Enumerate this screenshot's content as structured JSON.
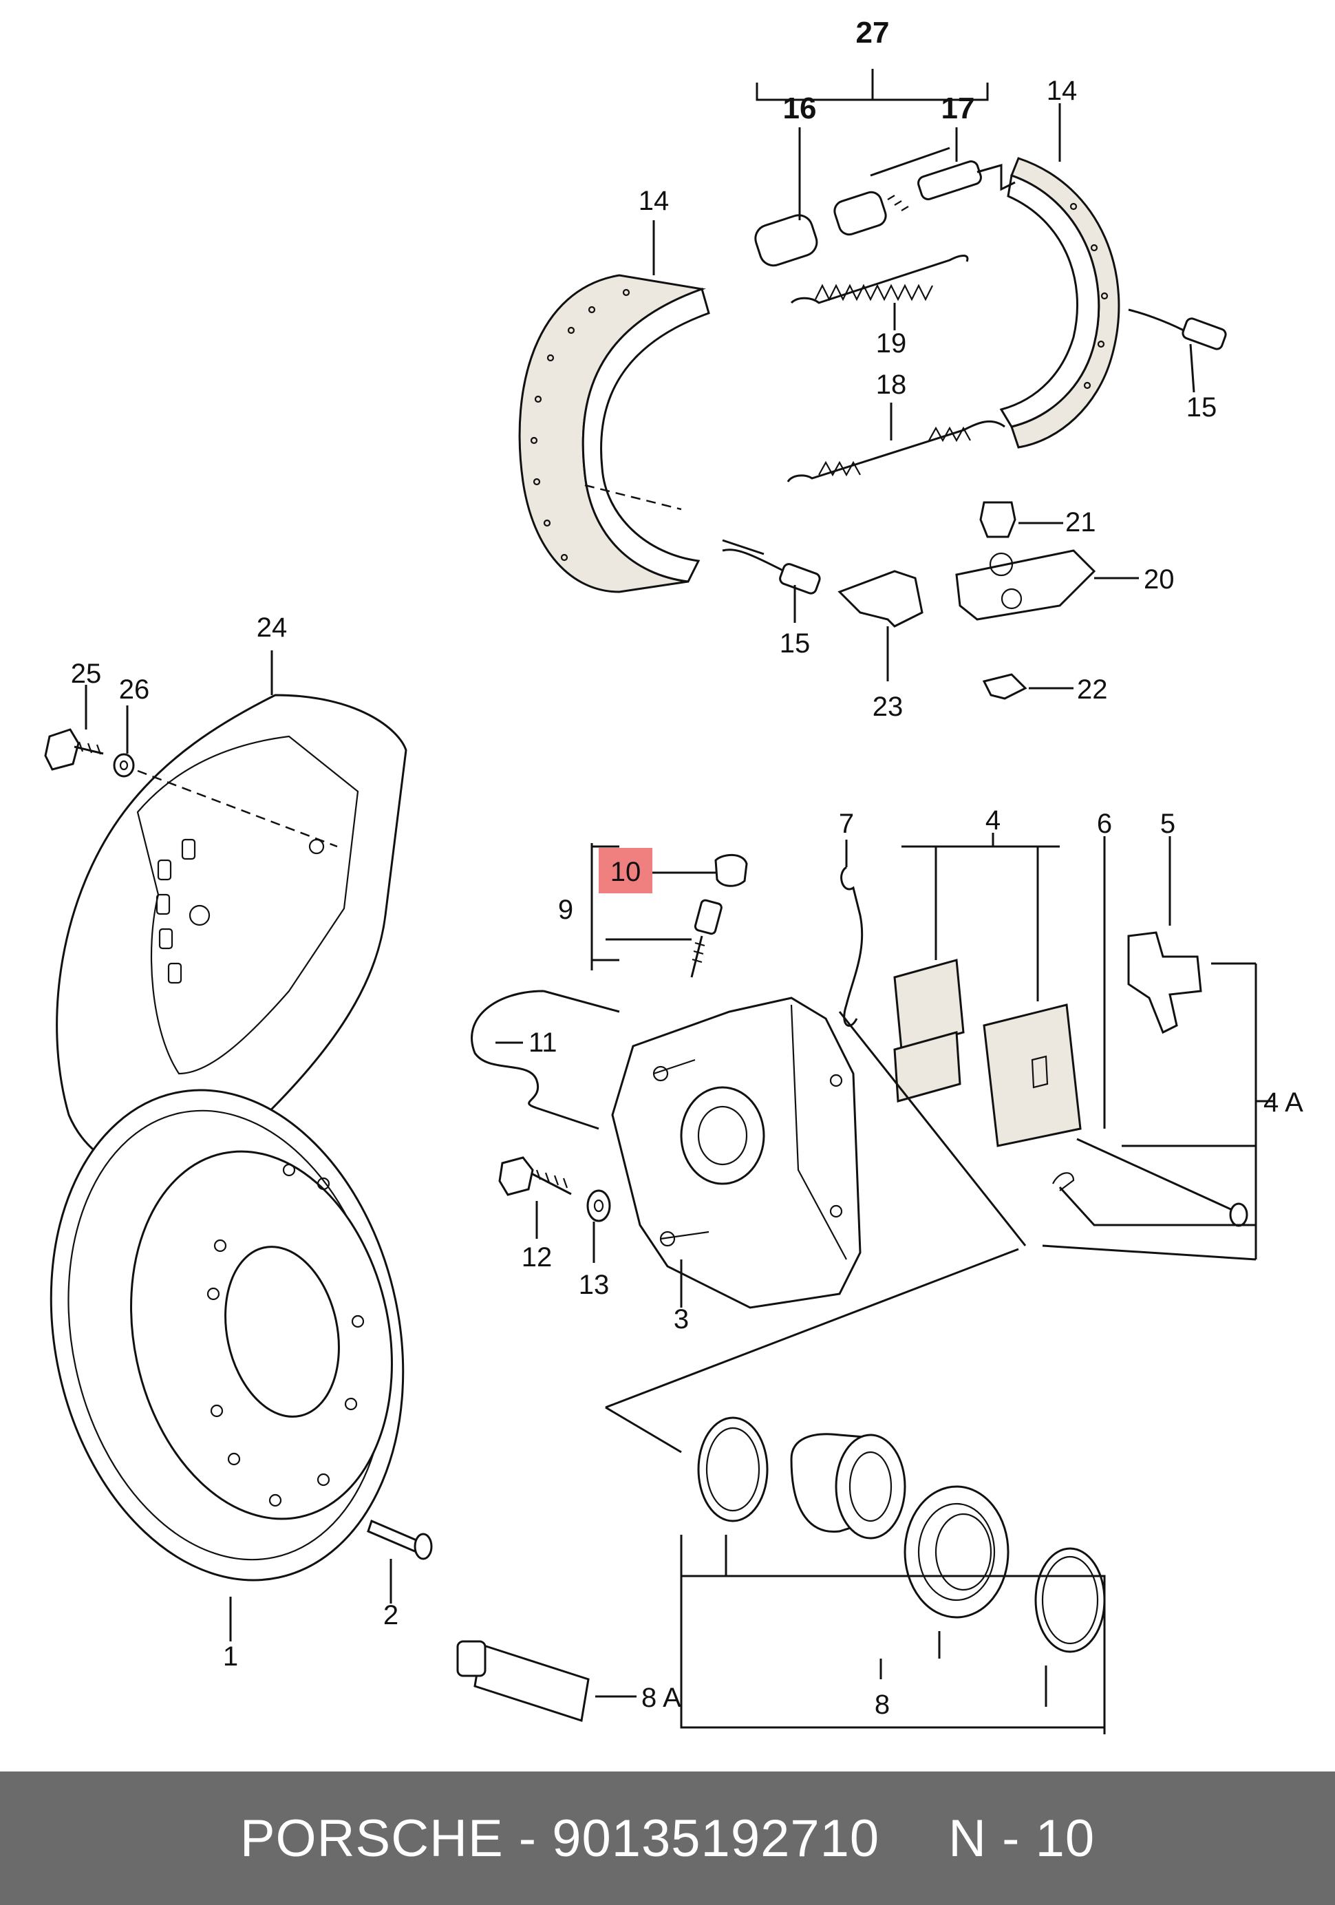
{
  "footer": {
    "brand": "PORSCHE",
    "separator": " - ",
    "part_number": "90135192710",
    "ref_prefix": "N",
    "ref_separator": " - ",
    "ref_number": "10"
  },
  "highlight_color": "#f08080",
  "callouts": {
    "c1": "1",
    "c2": "2",
    "c3": "3",
    "c4": "4",
    "c4a": "4 A",
    "c5": "5",
    "c6": "6",
    "c7": "7",
    "c8": "8",
    "c8a": "8 A",
    "c9": "9",
    "c10": "10",
    "c11": "11",
    "c12": "12",
    "c13": "13",
    "c14a": "14",
    "c14b": "14",
    "c15a": "15",
    "c15b": "15",
    "c16": "16",
    "c17": "17",
    "c18": "18",
    "c19": "19",
    "c20": "20",
    "c21": "21",
    "c22": "22",
    "c23": "23",
    "c24": "24",
    "c25": "25",
    "c26": "26",
    "c27": "27"
  }
}
